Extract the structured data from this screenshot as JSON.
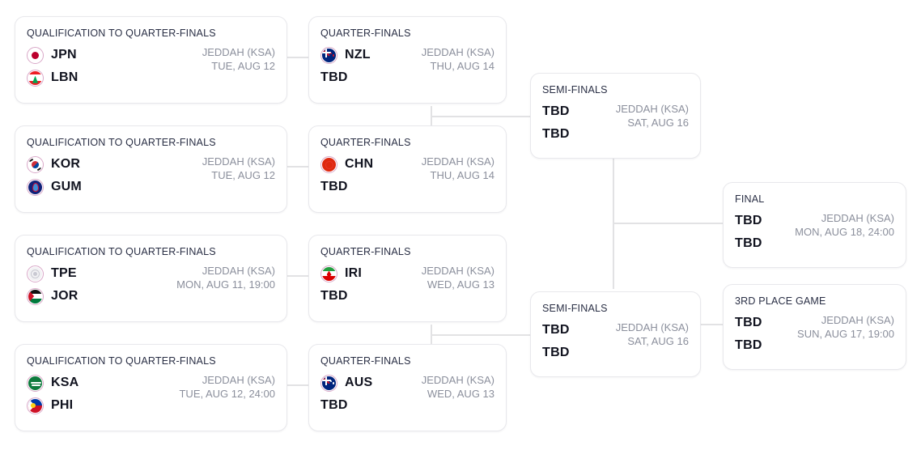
{
  "bracket": {
    "rounds": [
      {
        "id": "qualification",
        "matches": [
          {
            "title": "QUALIFICATION TO QUARTER-FINALS",
            "teams": [
              {
                "code": "JPN",
                "flag": "flag-jpn-icon",
                "tbd": false
              },
              {
                "code": "LBN",
                "flag": "flag-lbn-icon",
                "tbd": false
              }
            ],
            "venue": "JEDDAH (KSA)",
            "datetime": "TUE, AUG 12"
          },
          {
            "title": "QUALIFICATION TO QUARTER-FINALS",
            "teams": [
              {
                "code": "KOR",
                "flag": "flag-kor-icon",
                "tbd": false
              },
              {
                "code": "GUM",
                "flag": "flag-gum-icon",
                "tbd": false
              }
            ],
            "venue": "JEDDAH (KSA)",
            "datetime": "TUE, AUG 12"
          },
          {
            "title": "QUALIFICATION TO QUARTER-FINALS",
            "teams": [
              {
                "code": "TPE",
                "flag": "flag-tpe-icon",
                "tbd": false
              },
              {
                "code": "JOR",
                "flag": "flag-jor-icon",
                "tbd": false
              }
            ],
            "venue": "JEDDAH (KSA)",
            "datetime": "MON, AUG 11, 19:00"
          },
          {
            "title": "QUALIFICATION TO QUARTER-FINALS",
            "teams": [
              {
                "code": "KSA",
                "flag": "flag-ksa-icon",
                "tbd": false
              },
              {
                "code": "PHI",
                "flag": "flag-phi-icon",
                "tbd": false
              }
            ],
            "venue": "JEDDAH (KSA)",
            "datetime": "TUE, AUG 12, 24:00"
          }
        ]
      },
      {
        "id": "quarter-finals",
        "matches": [
          {
            "title": "QUARTER-FINALS",
            "teams": [
              {
                "code": "NZL",
                "flag": "flag-nzl-icon",
                "tbd": false
              },
              {
                "code": "TBD",
                "flag": "",
                "tbd": true
              }
            ],
            "venue": "JEDDAH (KSA)",
            "datetime": "THU, AUG 14"
          },
          {
            "title": "QUARTER-FINALS",
            "teams": [
              {
                "code": "CHN",
                "flag": "flag-chn-icon",
                "tbd": false
              },
              {
                "code": "TBD",
                "flag": "",
                "tbd": true
              }
            ],
            "venue": "JEDDAH (KSA)",
            "datetime": "THU, AUG 14"
          },
          {
            "title": "QUARTER-FINALS",
            "teams": [
              {
                "code": "IRI",
                "flag": "flag-iri-icon",
                "tbd": false
              },
              {
                "code": "TBD",
                "flag": "",
                "tbd": true
              }
            ],
            "venue": "JEDDAH (KSA)",
            "datetime": "WED, AUG 13"
          },
          {
            "title": "QUARTER-FINALS",
            "teams": [
              {
                "code": "AUS",
                "flag": "flag-aus-icon",
                "tbd": false
              },
              {
                "code": "TBD",
                "flag": "",
                "tbd": true
              }
            ],
            "venue": "JEDDAH (KSA)",
            "datetime": "WED, AUG 13"
          }
        ]
      },
      {
        "id": "semi-finals",
        "matches": [
          {
            "title": "SEMI-FINALS",
            "teams": [
              {
                "code": "TBD",
                "flag": "",
                "tbd": true
              },
              {
                "code": "TBD",
                "flag": "",
                "tbd": true
              }
            ],
            "venue": "JEDDAH (KSA)",
            "datetime": "SAT, AUG 16"
          },
          {
            "title": "SEMI-FINALS",
            "teams": [
              {
                "code": "TBD",
                "flag": "",
                "tbd": true
              },
              {
                "code": "TBD",
                "flag": "",
                "tbd": true
              }
            ],
            "venue": "JEDDAH (KSA)",
            "datetime": "SAT, AUG 16"
          }
        ]
      },
      {
        "id": "finals",
        "matches": [
          {
            "title": "FINAL",
            "teams": [
              {
                "code": "TBD",
                "flag": "",
                "tbd": true
              },
              {
                "code": "TBD",
                "flag": "",
                "tbd": true
              }
            ],
            "venue": "JEDDAH (KSA)",
            "datetime": "MON, AUG 18, 24:00"
          },
          {
            "title": "3RD PLACE GAME",
            "teams": [
              {
                "code": "TBD",
                "flag": "",
                "tbd": true
              },
              {
                "code": "TBD",
                "flag": "",
                "tbd": true
              }
            ],
            "venue": "JEDDAH (KSA)",
            "datetime": "SUN, AUG 17, 19:00"
          }
        ]
      }
    ]
  },
  "colors": {
    "card_border": "#e8e8ec",
    "connector": "#e2e2e4",
    "title_text": "#2a2f45",
    "team_text": "#11131f",
    "meta_text": "#8b8f9c",
    "flag_ring": "#d9a8c8",
    "background": "#ffffff"
  }
}
